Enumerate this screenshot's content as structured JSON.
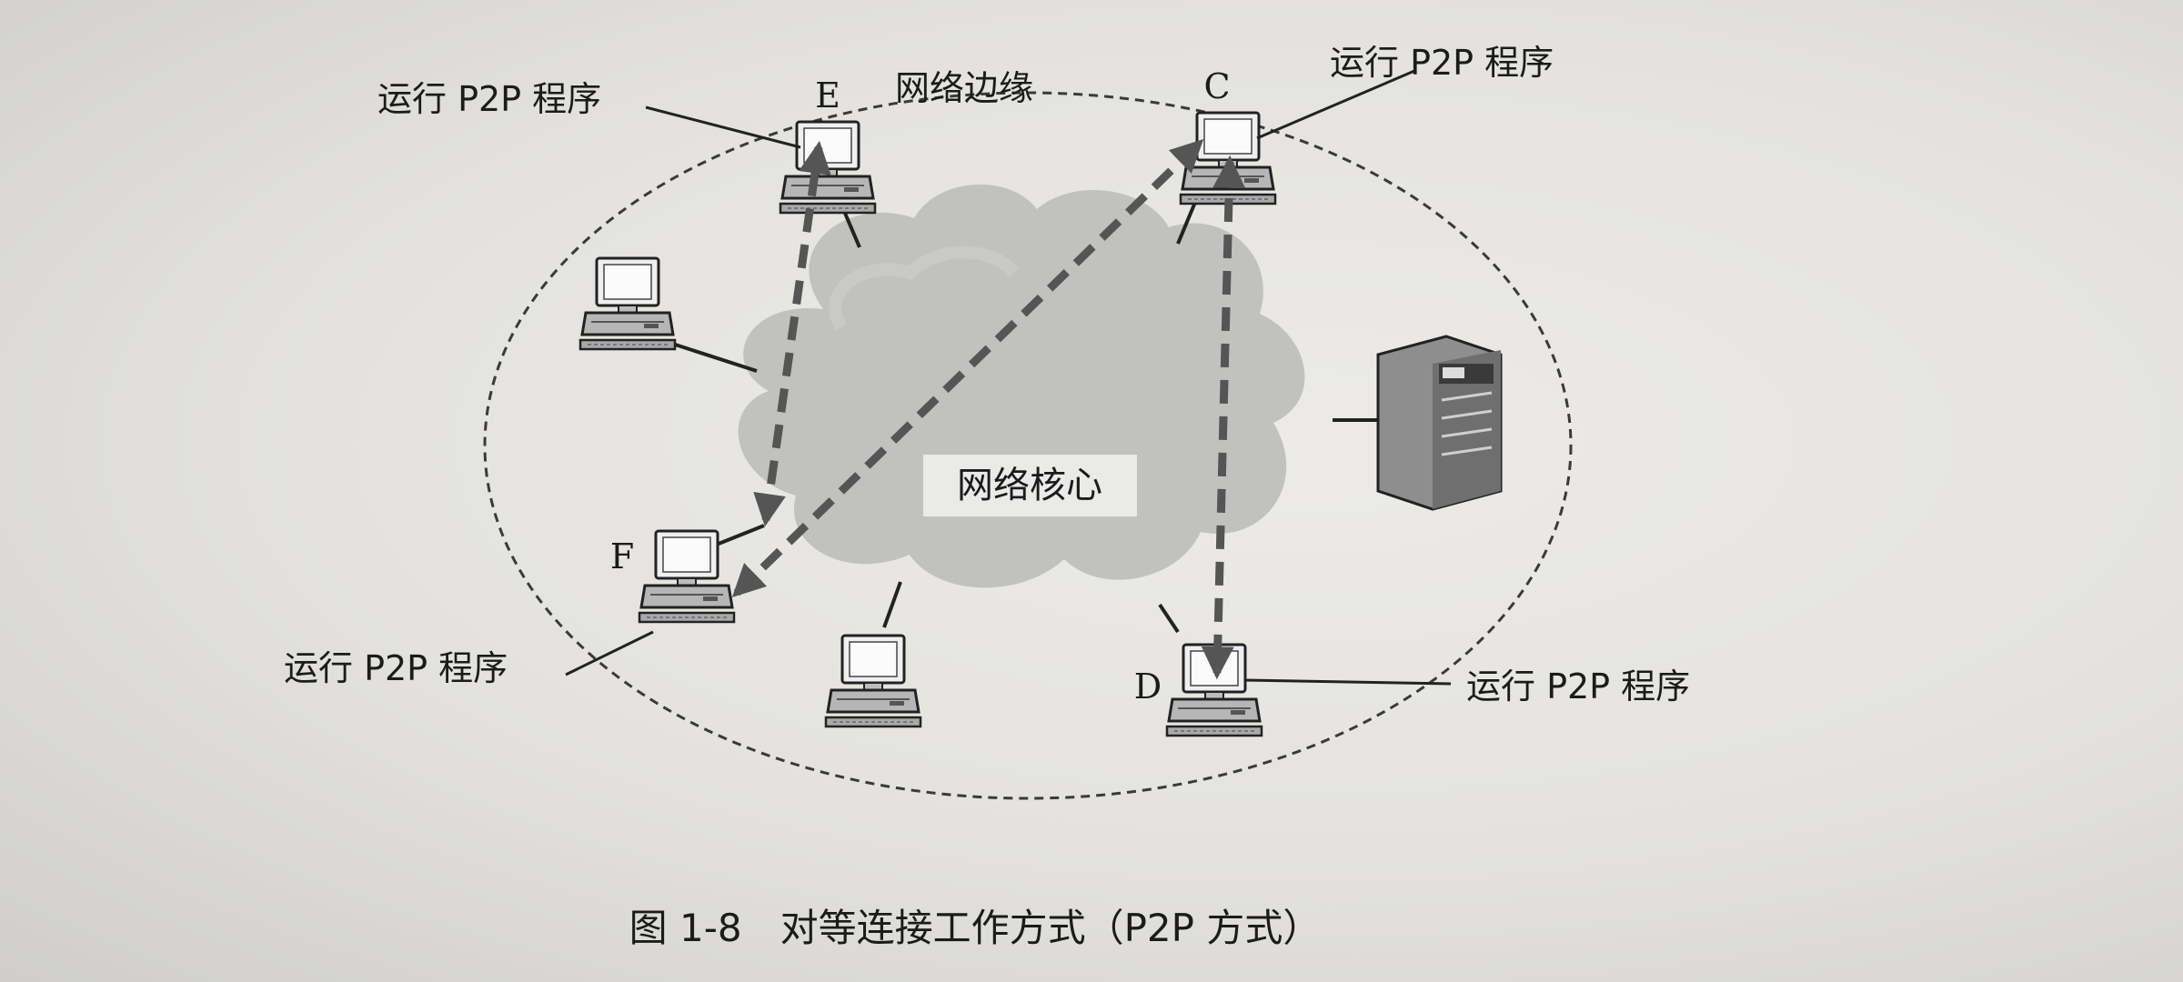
{
  "diagram": {
    "edge_label": "网络边缘",
    "core_label": "网络核心",
    "caption": "图 1-8　对等连接工作方式（P2P 方式）",
    "peer_label": "运行 P2P 程序",
    "nodes": {
      "E": "E",
      "C": "C",
      "F": "F",
      "D": "D"
    }
  }
}
